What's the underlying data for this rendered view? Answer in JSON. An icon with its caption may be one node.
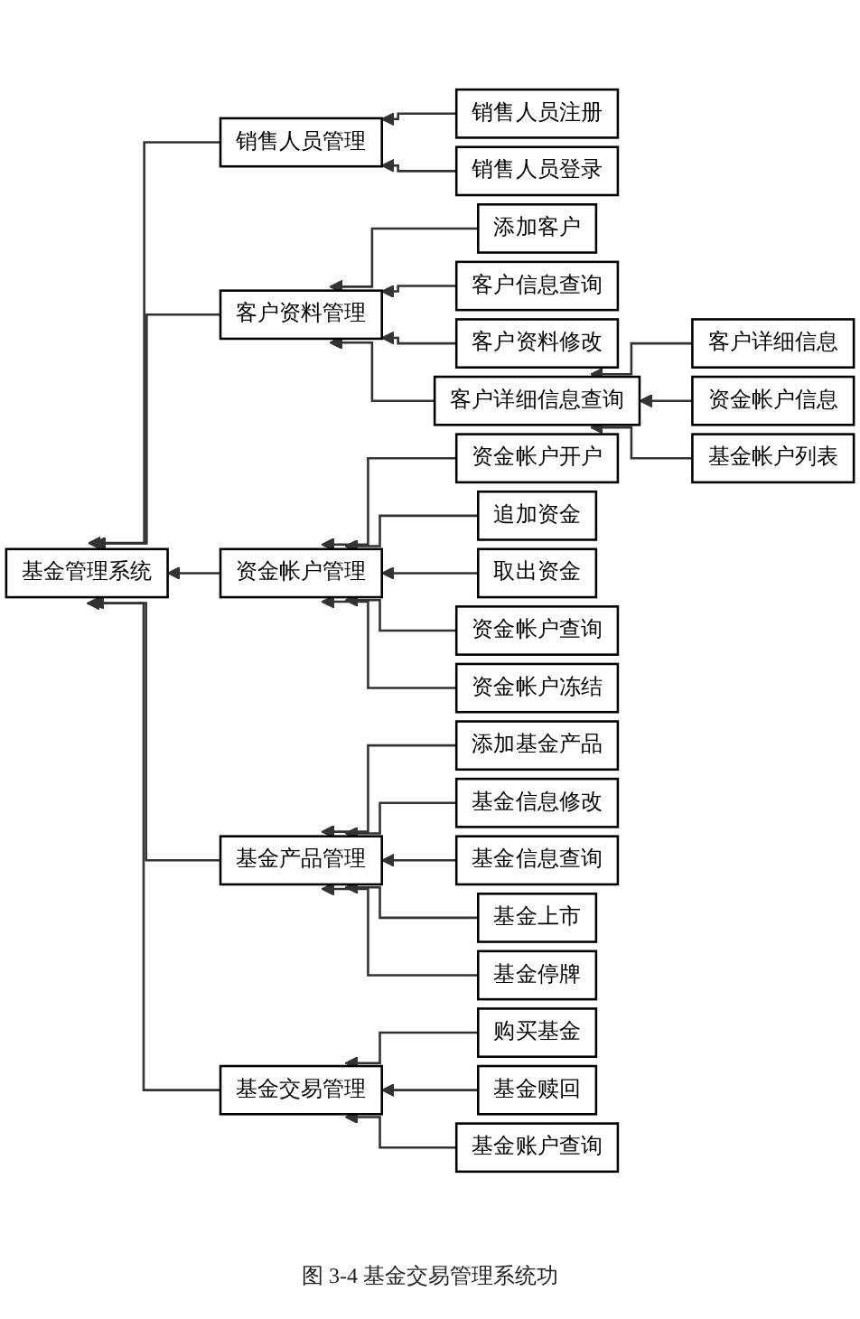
{
  "diagram": {
    "caption": "图 3-4 基金交易管理系统功",
    "nodes": [
      {
        "text": [
          "基金管理系统"
        ]
      },
      {
        "text": [
          "销售人员管理"
        ]
      },
      {
        "text": [
          "销售人员注册"
        ]
      },
      {
        "text": [
          "销售人员登录"
        ]
      },
      {
        "text": [
          "客户资料管理"
        ]
      },
      {
        "text": [
          "添加客户"
        ]
      },
      {
        "text": [
          "客户信息查询"
        ]
      },
      {
        "text": [
          "客户资料修改"
        ]
      },
      {
        "text": [
          "客户详细信息查询"
        ]
      },
      {
        "text": [
          "客户详细信息"
        ]
      },
      {
        "text": [
          "资金帐户信息"
        ]
      },
      {
        "text": [
          "基金帐户列表"
        ]
      },
      {
        "text": [
          "资金帐户管理"
        ]
      },
      {
        "text": [
          "资金帐户开户"
        ]
      },
      {
        "text": [
          "追加资金"
        ]
      },
      {
        "text": [
          "取出资金"
        ]
      },
      {
        "text": [
          "资金帐户查询"
        ]
      },
      {
        "text": [
          "资金帐户冻结"
        ]
      },
      {
        "text": [
          "基金产品管理"
        ]
      },
      {
        "text": [
          "添加基金产品"
        ]
      },
      {
        "text": [
          "基金信息修改"
        ]
      },
      {
        "text": [
          "基金信息查询"
        ]
      },
      {
        "text": [
          "基金上市"
        ]
      },
      {
        "text": [
          "基金停牌"
        ]
      },
      {
        "text": [
          "基金交易管理"
        ]
      },
      {
        "text": [
          "购买基金"
        ]
      },
      {
        "text": [
          "基金赎回"
        ]
      },
      {
        "text": [
          "基金账户查询"
        ]
      }
    ],
    "edges": [
      {
        "from": 1,
        "to": 0,
        "arrow": "to"
      },
      {
        "from": 2,
        "to": 1,
        "arrow": "to"
      },
      {
        "from": 3,
        "to": 1,
        "arrow": "to"
      },
      {
        "from": 4,
        "to": 0,
        "arrow": "to"
      },
      {
        "from": 5,
        "to": 4,
        "arrow": "to"
      },
      {
        "from": 6,
        "to": 4,
        "arrow": "to"
      },
      {
        "from": 7,
        "to": 4,
        "arrow": "to"
      },
      {
        "from": 8,
        "to": 4,
        "arrow": "to"
      },
      {
        "from": 9,
        "to": 8,
        "arrow": "to"
      },
      {
        "from": 10,
        "to": 8,
        "arrow": "to"
      },
      {
        "from": 11,
        "to": 8,
        "arrow": "to"
      },
      {
        "from": 12,
        "to": 0,
        "arrow": "to"
      },
      {
        "from": 13,
        "to": 12,
        "arrow": "to"
      },
      {
        "from": 14,
        "to": 12,
        "arrow": "to"
      },
      {
        "from": 15,
        "to": 12,
        "arrow": "to"
      },
      {
        "from": 16,
        "to": 12,
        "arrow": "to"
      },
      {
        "from": 17,
        "to": 12,
        "arrow": "to"
      },
      {
        "from": 18,
        "to": 0,
        "arrow": "to"
      },
      {
        "from": 19,
        "to": 18,
        "arrow": "to"
      },
      {
        "from": 20,
        "to": 18,
        "arrow": "to"
      },
      {
        "from": 21,
        "to": 18,
        "arrow": "to"
      },
      {
        "from": 22,
        "to": 18,
        "arrow": "to"
      },
      {
        "from": 23,
        "to": 18,
        "arrow": "to"
      },
      {
        "from": 24,
        "to": 0,
        "arrow": "to"
      },
      {
        "from": 25,
        "to": 24,
        "arrow": "to"
      },
      {
        "from": 26,
        "to": 24,
        "arrow": "to"
      },
      {
        "from": 27,
        "to": 24,
        "arrow": "to"
      }
    ]
  }
}
